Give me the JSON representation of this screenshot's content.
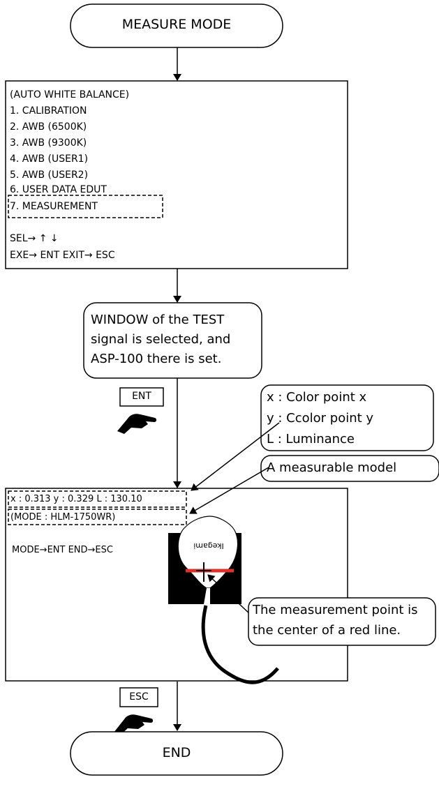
{
  "flow": {
    "start": "MEASURE MODE",
    "end": "END"
  },
  "menu": {
    "title": "(AUTO WHITE BALANCE)",
    "items": [
      "1. CALIBRATION",
      "2. AWB (6500K)",
      "3. AWB (9300K)",
      "4. AWB (USER1)",
      "5. AWB (USER2)",
      "6. USER DATA EDUT",
      "7. MEASUREMENT"
    ],
    "select_hint": "SEL→ ↑ ↓",
    "exe_hint": "EXE→ ENT  EXIT→ ESC"
  },
  "callout_window": {
    "lines": [
      "WINDOW of the TEST",
      "signal is selected, and",
      "ASP-100 there is set."
    ]
  },
  "keys": {
    "ent": "ENT",
    "esc": "ESC"
  },
  "callout_legend": {
    "lines": [
      "x : Color point x",
      "y : Ccolor point y",
      "L : Luminance"
    ]
  },
  "callout_model": "A measurable model",
  "measure_screen": {
    "readout": "x : 0.313   y : 0.329   L : 130.10",
    "mode": "(MODE : HLM-1750WR)",
    "hint": "MODE→ENT  END→ESC",
    "probe_label": "Ikegami"
  },
  "callout_point": {
    "lines": [
      "The measurement point is",
      "the center of a red line."
    ]
  },
  "colors": {
    "line": "#000000",
    "probe_red": "#e0302a"
  }
}
